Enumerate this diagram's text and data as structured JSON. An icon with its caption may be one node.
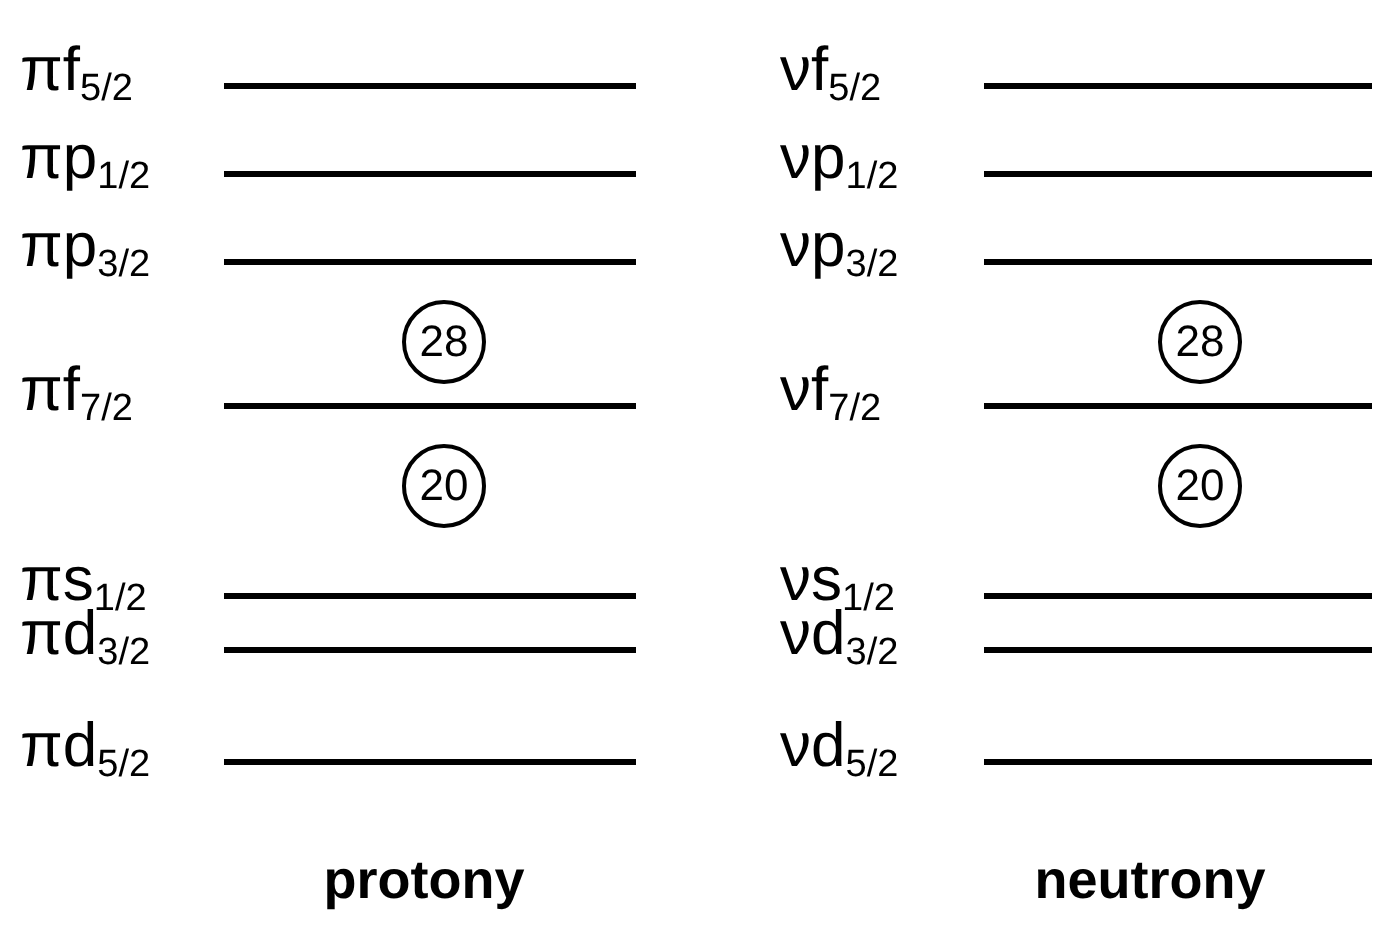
{
  "diagram": {
    "nodes": [
      {
        "text": [
          "28"
        ]
      },
      {
        "text": [
          "28"
        ]
      },
      {
        "text": [
          "20"
        ]
      },
      {
        "text": [
          "20"
        ]
      }
    ],
    "labels": [
      "πf$_{5/2}$",
      "νf$_{5/2}$",
      "πp$_{1/2}$",
      "νp$_{1/2}$",
      "πp$_{3/2}$",
      "νp$_{3/2}$",
      "πf$_{7/2}$",
      "νf$_{7/2}$",
      "πs$_{1/2}$",
      "νs$_{1/2}$",
      "πd$_{3/2}$",
      "νd$_{3/2}$",
      "πd$_{5/2}$",
      "νd$_{5/2}$",
      "protony",
      "neutrony"
    ]
  }
}
